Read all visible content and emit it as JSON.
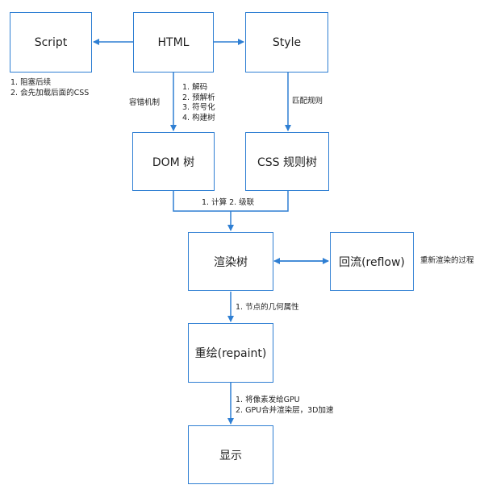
{
  "nodes": {
    "script": "Script",
    "html": "HTML",
    "style": "Style",
    "dom": "DOM 树",
    "css_tree": "CSS 规则树",
    "render_tree": "渲染树",
    "reflow": "回流(reflow)",
    "repaint": "重绘(repaint)",
    "display": "显示"
  },
  "notes": {
    "script_notes": [
      "1. 阻塞后续",
      "2. 会先加载后面的CSS"
    ],
    "fault_tolerance": "容错机制",
    "html_steps": [
      "1. 解码",
      "2. 预解析",
      "3. 符号化",
      "4. 构建树"
    ],
    "match_rules": "匹配规则",
    "compute_cascade": "1. 计算   2. 级联",
    "reflow_desc": "重新渲染的过程",
    "geometry": "1. 节点的几何属性",
    "gpu_steps": [
      "1. 将像素发给GPU",
      "2. GPU合并渲染层，3D加速"
    ]
  },
  "colors": {
    "line": "#2f7fd3",
    "border": "#2f7fd3"
  }
}
